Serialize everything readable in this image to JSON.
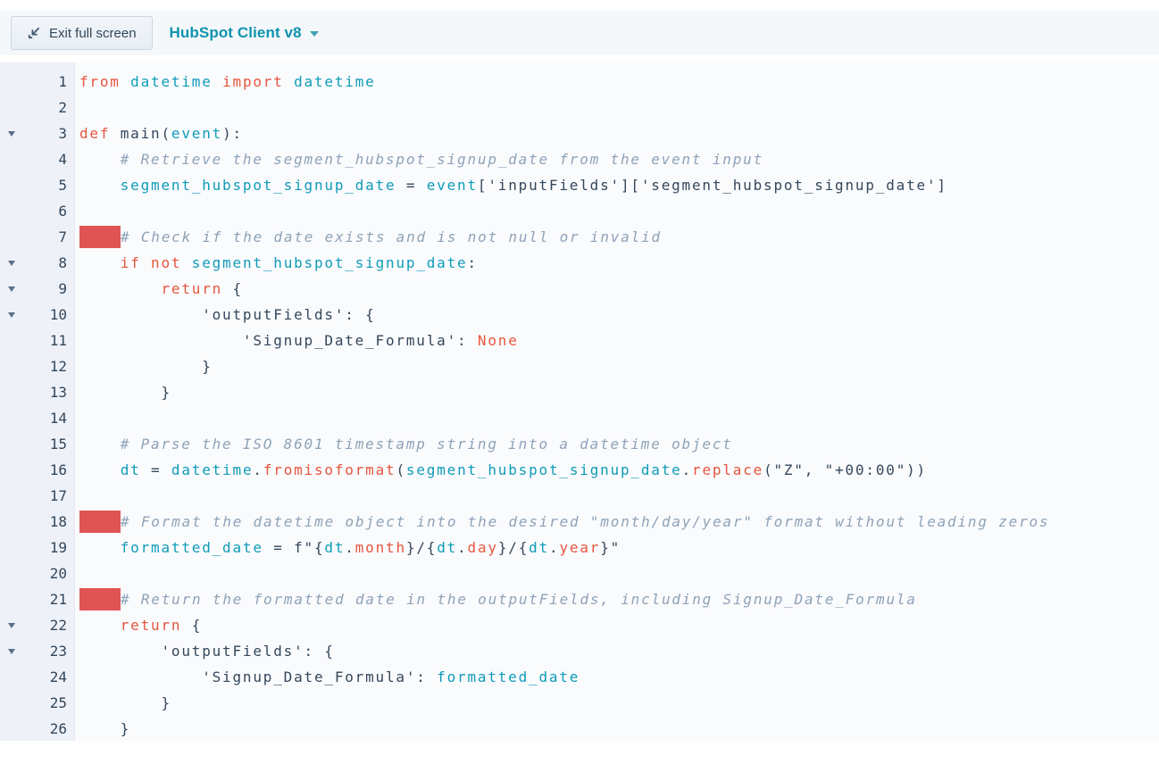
{
  "header": {
    "exit_button_label": "Exit full screen",
    "client_label": "HubSpot Client v8"
  },
  "colors": {
    "keyword": "#e5563e",
    "identifier": "#0f9bb8",
    "plain": "#33475b",
    "comment": "#8ea3b8",
    "red_highlight": "#e05454",
    "gutter_bg": "#eef1f8",
    "header_bg": "#f5f8fa",
    "title_teal": "#0e93af"
  },
  "editor": {
    "language": "python",
    "lines": [
      {
        "num": 1,
        "fold": false,
        "red": false,
        "tokens": [
          [
            "k",
            "from"
          ],
          [
            "p",
            " "
          ],
          [
            "v",
            "datetime"
          ],
          [
            "p",
            " "
          ],
          [
            "k",
            "import"
          ],
          [
            "p",
            " "
          ],
          [
            "v",
            "datetime"
          ]
        ]
      },
      {
        "num": 2,
        "fold": false,
        "red": false,
        "tokens": []
      },
      {
        "num": 3,
        "fold": true,
        "red": false,
        "tokens": [
          [
            "k",
            "def"
          ],
          [
            "p",
            " main("
          ],
          [
            "v",
            "event"
          ],
          [
            "p",
            "):"
          ]
        ]
      },
      {
        "num": 4,
        "fold": false,
        "red": false,
        "tokens": [
          [
            "p",
            "    "
          ],
          [
            "c",
            "# Retrieve the segment_hubspot_signup_date from the event input"
          ]
        ]
      },
      {
        "num": 5,
        "fold": false,
        "red": false,
        "tokens": [
          [
            "p",
            "    "
          ],
          [
            "v",
            "segment_hubspot_signup_date"
          ],
          [
            "p",
            " = "
          ],
          [
            "v",
            "event"
          ],
          [
            "p",
            "['inputFields']['segment_hubspot_signup_date']"
          ]
        ]
      },
      {
        "num": 6,
        "fold": false,
        "red": false,
        "tokens": []
      },
      {
        "num": 7,
        "fold": false,
        "red": true,
        "tokens": [
          [
            "c",
            "# Check if the date exists and is not null or invalid"
          ]
        ]
      },
      {
        "num": 8,
        "fold": true,
        "red": false,
        "tokens": [
          [
            "p",
            "    "
          ],
          [
            "k",
            "if"
          ],
          [
            "p",
            " "
          ],
          [
            "k",
            "not"
          ],
          [
            "p",
            " "
          ],
          [
            "v",
            "segment_hubspot_signup_date"
          ],
          [
            "p",
            ":"
          ]
        ]
      },
      {
        "num": 9,
        "fold": true,
        "red": false,
        "tokens": [
          [
            "p",
            "        "
          ],
          [
            "k",
            "return"
          ],
          [
            "p",
            " {"
          ]
        ]
      },
      {
        "num": 10,
        "fold": true,
        "red": false,
        "tokens": [
          [
            "p",
            "            'outputFields': {"
          ]
        ]
      },
      {
        "num": 11,
        "fold": false,
        "red": false,
        "tokens": [
          [
            "p",
            "                'Signup_Date_Formula': "
          ],
          [
            "k",
            "None"
          ]
        ]
      },
      {
        "num": 12,
        "fold": false,
        "red": false,
        "tokens": [
          [
            "p",
            "            }"
          ]
        ]
      },
      {
        "num": 13,
        "fold": false,
        "red": false,
        "tokens": [
          [
            "p",
            "        }"
          ]
        ]
      },
      {
        "num": 14,
        "fold": false,
        "red": false,
        "tokens": []
      },
      {
        "num": 15,
        "fold": false,
        "red": false,
        "tokens": [
          [
            "p",
            "    "
          ],
          [
            "c",
            "# Parse the ISO 8601 timestamp string into a datetime object"
          ]
        ]
      },
      {
        "num": 16,
        "fold": false,
        "red": false,
        "tokens": [
          [
            "p",
            "    "
          ],
          [
            "v",
            "dt"
          ],
          [
            "p",
            " = "
          ],
          [
            "v",
            "datetime"
          ],
          [
            "p",
            "."
          ],
          [
            "k",
            "fromisoformat"
          ],
          [
            "p",
            "("
          ],
          [
            "v",
            "segment_hubspot_signup_date"
          ],
          [
            "p",
            "."
          ],
          [
            "k",
            "replace"
          ],
          [
            "p",
            "(\"Z\", \"+00:00\"))"
          ]
        ]
      },
      {
        "num": 17,
        "fold": false,
        "red": false,
        "tokens": []
      },
      {
        "num": 18,
        "fold": false,
        "red": true,
        "tokens": [
          [
            "c",
            "# Format the datetime object into the desired \"month/day/year\" format without leading zeros"
          ]
        ]
      },
      {
        "num": 19,
        "fold": false,
        "red": false,
        "tokens": [
          [
            "p",
            "    "
          ],
          [
            "v",
            "formatted_date"
          ],
          [
            "p",
            " = f\"{"
          ],
          [
            "v",
            "dt"
          ],
          [
            "p",
            "."
          ],
          [
            "k",
            "month"
          ],
          [
            "p",
            "}/{"
          ],
          [
            "v",
            "dt"
          ],
          [
            "p",
            "."
          ],
          [
            "k",
            "day"
          ],
          [
            "p",
            "}/{"
          ],
          [
            "v",
            "dt"
          ],
          [
            "p",
            "."
          ],
          [
            "k",
            "year"
          ],
          [
            "p",
            "}\""
          ]
        ]
      },
      {
        "num": 20,
        "fold": false,
        "red": false,
        "tokens": []
      },
      {
        "num": 21,
        "fold": false,
        "red": true,
        "tokens": [
          [
            "c",
            "# Return the formatted date in the outputFields, including Signup_Date_Formula"
          ]
        ]
      },
      {
        "num": 22,
        "fold": true,
        "red": false,
        "tokens": [
          [
            "p",
            "    "
          ],
          [
            "k",
            "return"
          ],
          [
            "p",
            " {"
          ]
        ]
      },
      {
        "num": 23,
        "fold": true,
        "red": false,
        "tokens": [
          [
            "p",
            "        'outputFields': {"
          ]
        ]
      },
      {
        "num": 24,
        "fold": false,
        "red": false,
        "tokens": [
          [
            "p",
            "            'Signup_Date_Formula': "
          ],
          [
            "v",
            "formatted_date"
          ]
        ]
      },
      {
        "num": 25,
        "fold": false,
        "red": false,
        "tokens": [
          [
            "p",
            "        }"
          ]
        ]
      },
      {
        "num": 26,
        "fold": false,
        "red": false,
        "tokens": [
          [
            "p",
            "    }"
          ]
        ]
      }
    ]
  }
}
